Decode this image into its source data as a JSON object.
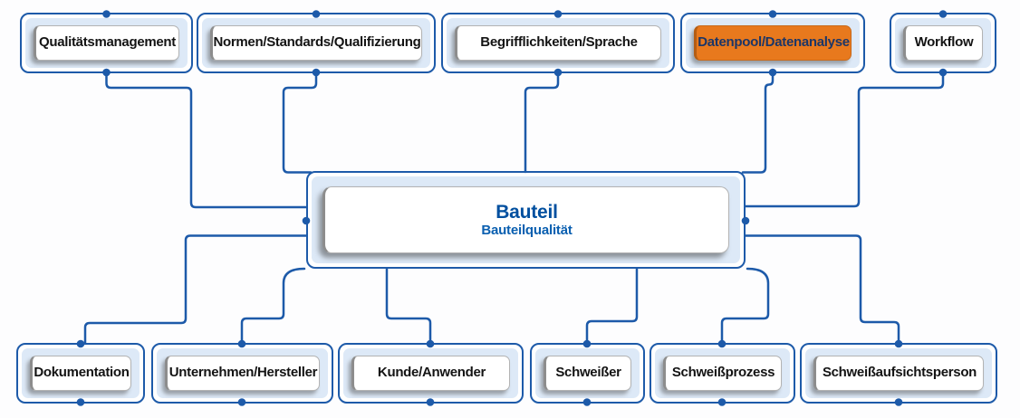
{
  "figure": {
    "center_node": {
      "title": "Bauteil",
      "subtitle": "Bauteilqualität"
    },
    "top_nodes": [
      {
        "label": "Qualitätsmanagement",
        "highlighted": false
      },
      {
        "label": "Normen/Standards/Qualifizierung",
        "highlighted": false
      },
      {
        "label": "Begrifflichkeiten/Sprache",
        "highlighted": false
      },
      {
        "label": "Datenpool/Datenanalyse",
        "highlighted": true
      },
      {
        "label": "Workflow",
        "highlighted": false
      }
    ],
    "bottom_nodes": [
      {
        "label": "Dokumentation"
      },
      {
        "label": "Unternehmen/Hersteller"
      },
      {
        "label": "Kunde/Anwender"
      },
      {
        "label": "Schweißer"
      },
      {
        "label": "Schweißprozess"
      },
      {
        "label": "Schweißaufsichtsperson"
      }
    ],
    "colors": {
      "line": "#1d5aa9",
      "node_border": "#1d5aa9",
      "node_inner_bg": "#dde9f7",
      "highlight_bg": "#e8791d",
      "highlight_text": "#1c3667",
      "center_title_color": "#004f9f",
      "center_subtitle_color": "#0a5fb0",
      "label_color": "#131313"
    }
  }
}
